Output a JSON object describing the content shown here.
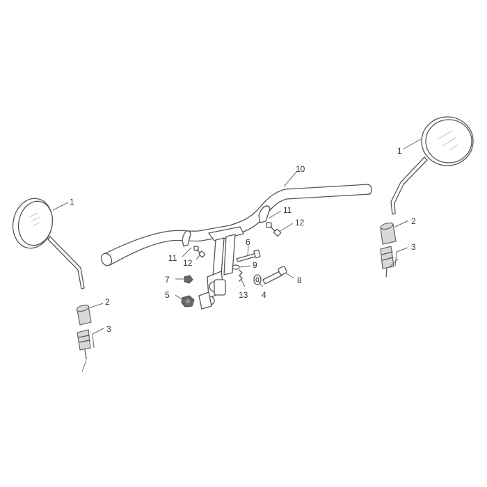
{
  "callouts": {
    "mirror_left": "1",
    "mirror_right": "1",
    "grip_cap_left": "2",
    "grip_cap_right": "2",
    "bar_end_weight_left": "3",
    "bar_end_weight_right": "3",
    "washer": "4",
    "nut_large": "5",
    "bolt_short": "6",
    "nut_small": "7",
    "bolt_long": "8",
    "washer_small": "9",
    "handlebar": "10",
    "clip_right": "11",
    "clip_left": "11",
    "screw_right": "12",
    "screw_left": "12",
    "spring": "13"
  },
  "colors": {
    "line": "#555555",
    "text": "#333333",
    "background": "#ffffff"
  }
}
